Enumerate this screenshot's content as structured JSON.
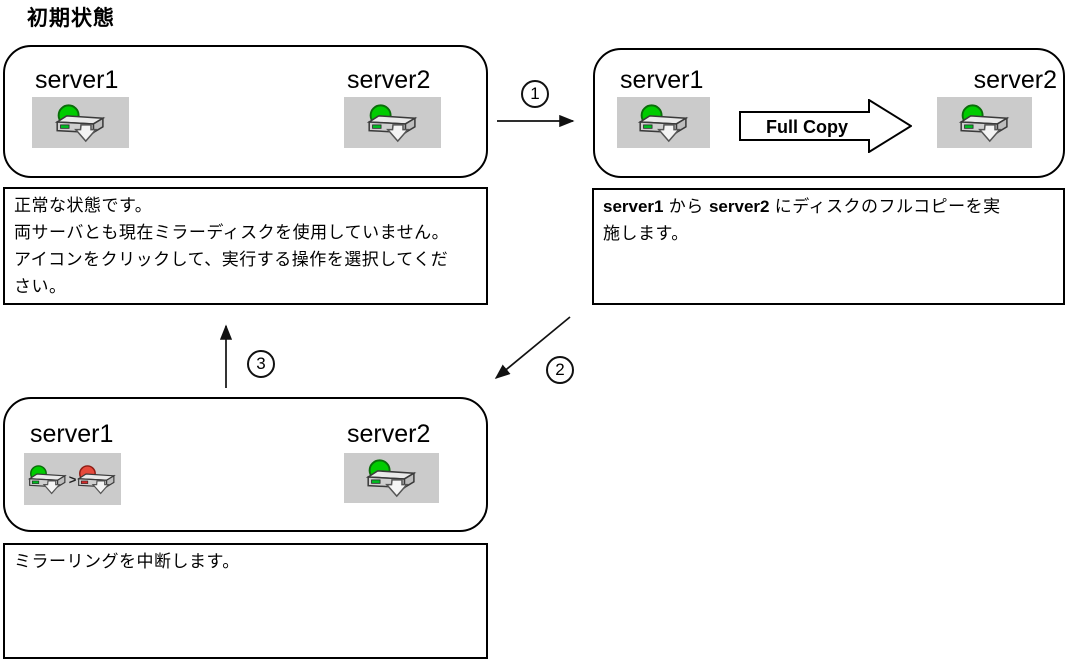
{
  "title": "初期状態",
  "colors": {
    "green": "#00cc00",
    "green_dark": "#0a6d0a",
    "red": "#e64a3c",
    "red_dark": "#8e1c14",
    "led_green": "#00bb22",
    "led_red": "#d42a2a"
  },
  "servers": {
    "server1": "server1",
    "server2": "server2"
  },
  "steps": {
    "step1": "1",
    "step2": "2",
    "step3": "3"
  },
  "full_copy_arrow_label": "Full Copy",
  "dual_icon_separator": ">",
  "note_normal": {
    "lines": [
      "正常な状態です。",
      "両サーバとも現在ミラーディスクを使用していません。",
      "アイコンをクリックして、実行する操作を選択してくだ",
      "さい。"
    ]
  },
  "note_full_copy": {
    "server1": "server1",
    "between": " から ",
    "server2": "server2",
    "line1_rest": " にディスクのフルコピーを実",
    "line2": "施します。"
  },
  "note_suspend": {
    "text": "ミラーリングを中断します。"
  }
}
